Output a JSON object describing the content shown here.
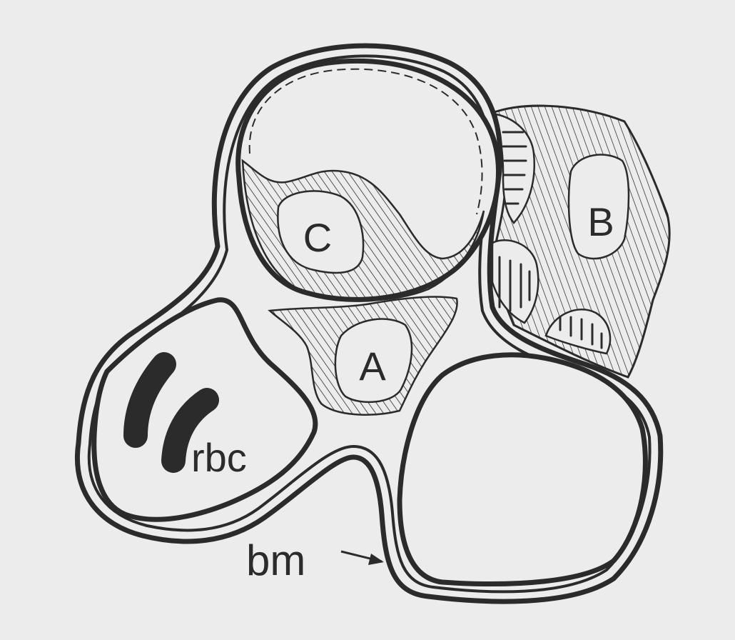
{
  "labels": {
    "cell_a": "A",
    "cell_b": "B",
    "cell_c": "C",
    "red_blood_cell": "rbc",
    "basement_membrane": "bm"
  },
  "colors": {
    "background": "#ececec",
    "ink": "#2b2b2b"
  },
  "icons": {
    "arrow": "arrow-right-icon"
  }
}
